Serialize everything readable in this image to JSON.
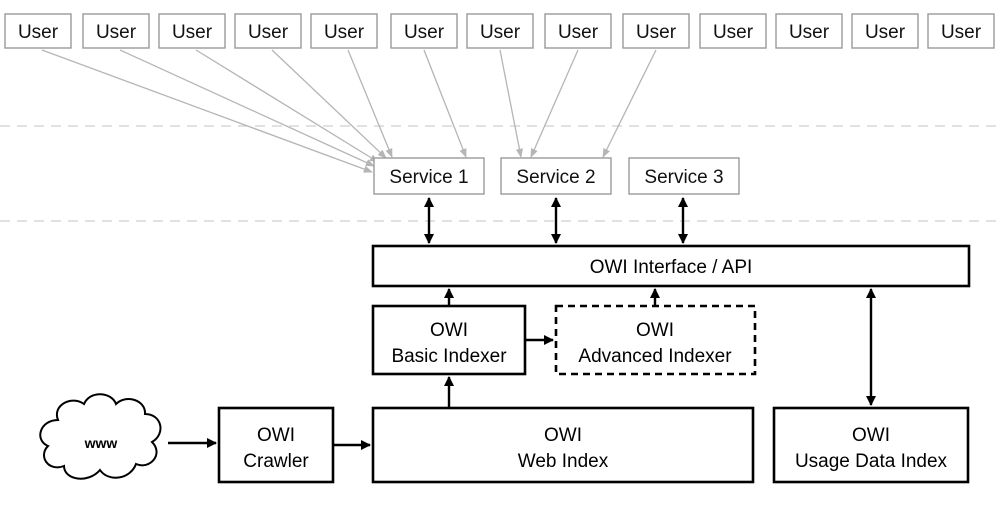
{
  "users": [
    "User",
    "User",
    "User",
    "User",
    "User",
    "User",
    "User",
    "User",
    "User",
    "User",
    "User",
    "User",
    "User"
  ],
  "services": [
    "Service 1",
    "Service 2",
    "Service 3"
  ],
  "interface": {
    "label": "OWI Interface / API"
  },
  "basic_indexer": {
    "line1": "OWI",
    "line2": "Basic Indexer"
  },
  "advanced_indexer": {
    "line1": "OWI",
    "line2": "Advanced Indexer"
  },
  "crawler": {
    "line1": "OWI",
    "line2": "Crawler"
  },
  "web_index": {
    "line1": "OWI",
    "line2": "Web Index"
  },
  "usage_index": {
    "line1": "OWI",
    "line2": "Usage Data Index"
  },
  "cloud": {
    "label": "www"
  },
  "colors": {
    "user_border": "#9a9a9a",
    "user_arrow": "#b5b5b5",
    "separator": "#cfcfcf",
    "component_border": "#000000"
  }
}
